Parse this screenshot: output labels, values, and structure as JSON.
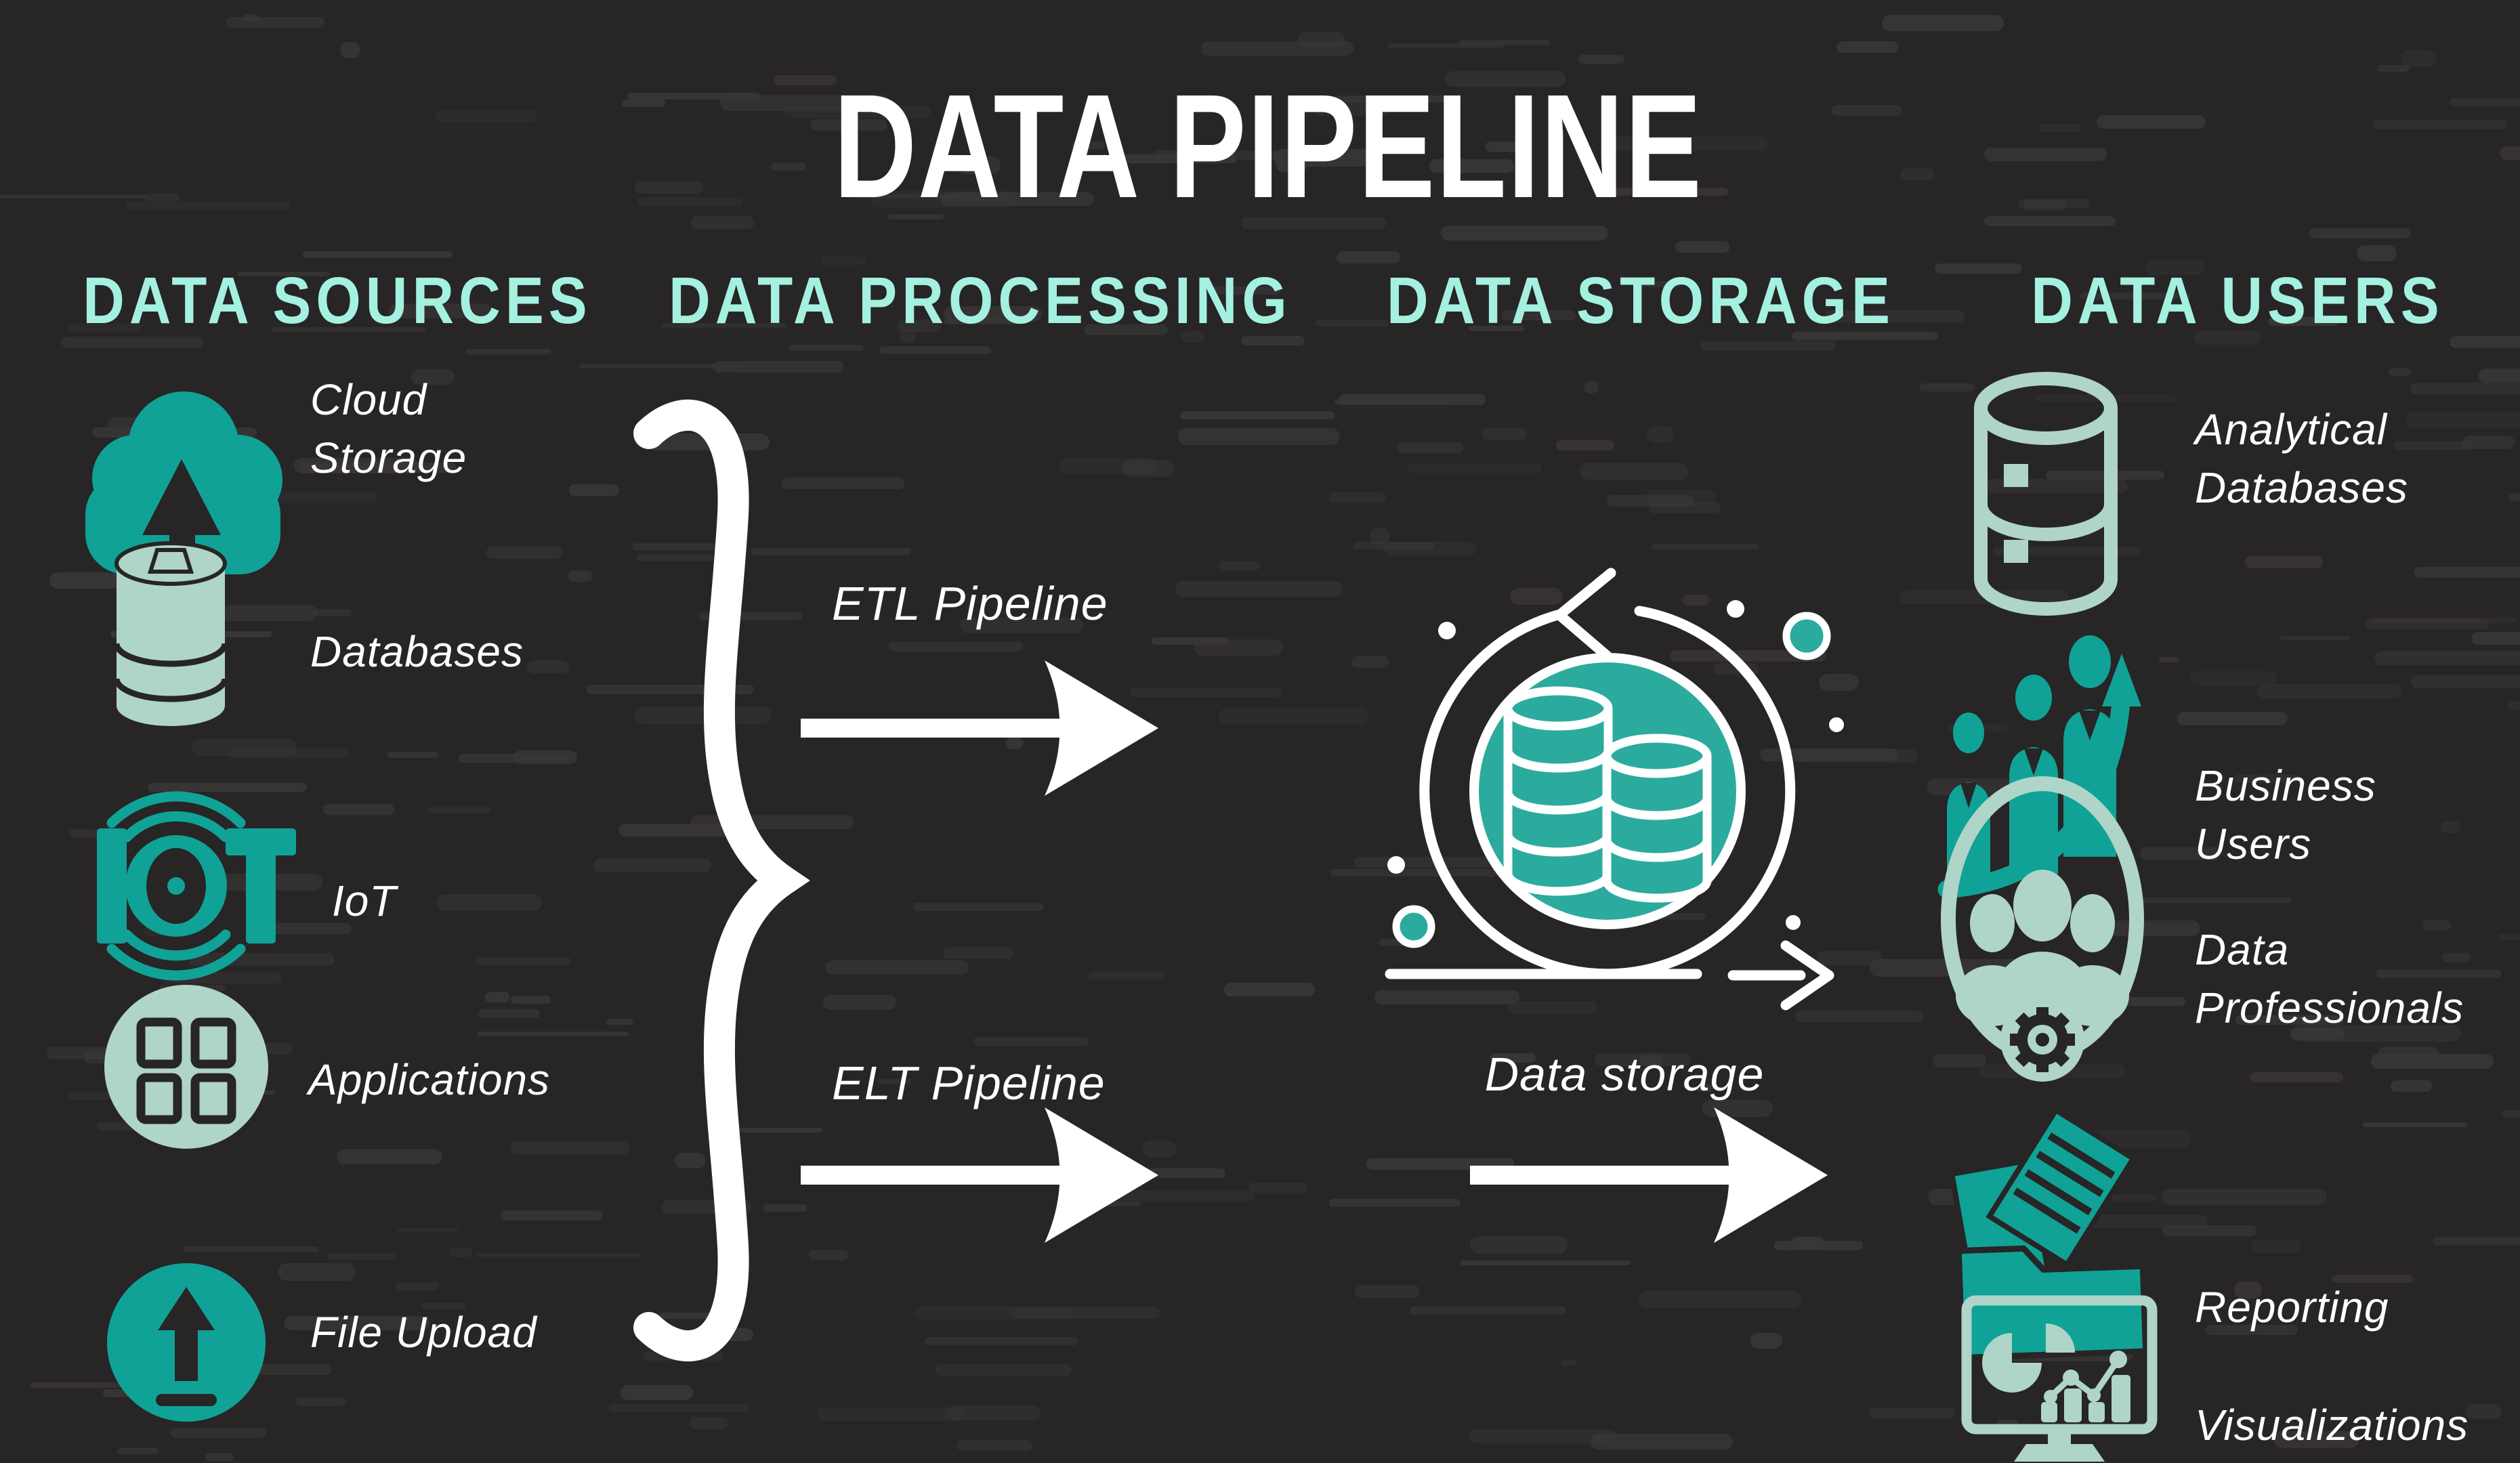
{
  "title": "DATA PIPELINE",
  "columns": [
    {
      "label": "DATA SOURCES"
    },
    {
      "label": "DATA PROCESSING"
    },
    {
      "label": "DATA STORAGE"
    },
    {
      "label": "DATA USERS"
    }
  ],
  "sources": [
    {
      "label": "Cloud\nStorage",
      "icon": "cloud-upload-icon"
    },
    {
      "label": "Databases",
      "icon": "database-icon"
    },
    {
      "label": "IoT",
      "icon": "iot-icon"
    },
    {
      "label": "Applications",
      "icon": "applications-grid-icon"
    },
    {
      "label": "File Upload",
      "icon": "file-upload-icon"
    }
  ],
  "processing": {
    "flows": [
      {
        "label": "ETL Pipeline"
      },
      {
        "label": "ELT Pipeline"
      }
    ]
  },
  "storage": {
    "label": "Data storage",
    "icon": "data-storage-cycle-icon"
  },
  "users": [
    {
      "label": "Analytical\nDatabases",
      "icon": "analytical-database-icon"
    },
    {
      "label": "Business\nUsers",
      "icon": "business-users-icon"
    },
    {
      "label": "Data\nProfessionals",
      "icon": "data-professionals-icon"
    },
    {
      "label": "Reporting",
      "icon": "reporting-folder-icon"
    },
    {
      "label": "Visualizations",
      "icon": "visualizations-monitor-icon"
    }
  ],
  "colors": {
    "background": "#272525",
    "texture": "#3a3737",
    "teal": "#10a296",
    "teal_bright": "#2bab9e",
    "sage": "#afd4c8",
    "mint": "#a4f0e1",
    "white": "#ffffff",
    "ink": "#272525"
  }
}
